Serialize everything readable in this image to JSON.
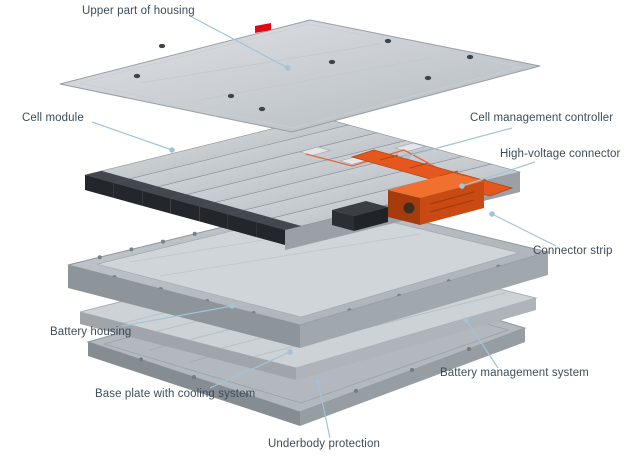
{
  "diagram": {
    "description": "Exploded view of an electric-vehicle battery pack",
    "labels": {
      "upper_housing": "Upper part of housing",
      "cell_module": "Cell module",
      "cell_management_controller": "Cell management controller",
      "high_voltage_connector": "High-voltage connector",
      "connector_strip": "Connector strip",
      "battery_housing": "Battery housing",
      "base_plate": "Base plate with cooling system",
      "battery_management_system": "Battery management system",
      "underbody_protection": "Underbody protection"
    },
    "colors": {
      "label_text": "#3d4c59",
      "leader_line": "#a3c3d6",
      "accent_orange": "#e4571e",
      "logo_red": "#e30613"
    }
  }
}
